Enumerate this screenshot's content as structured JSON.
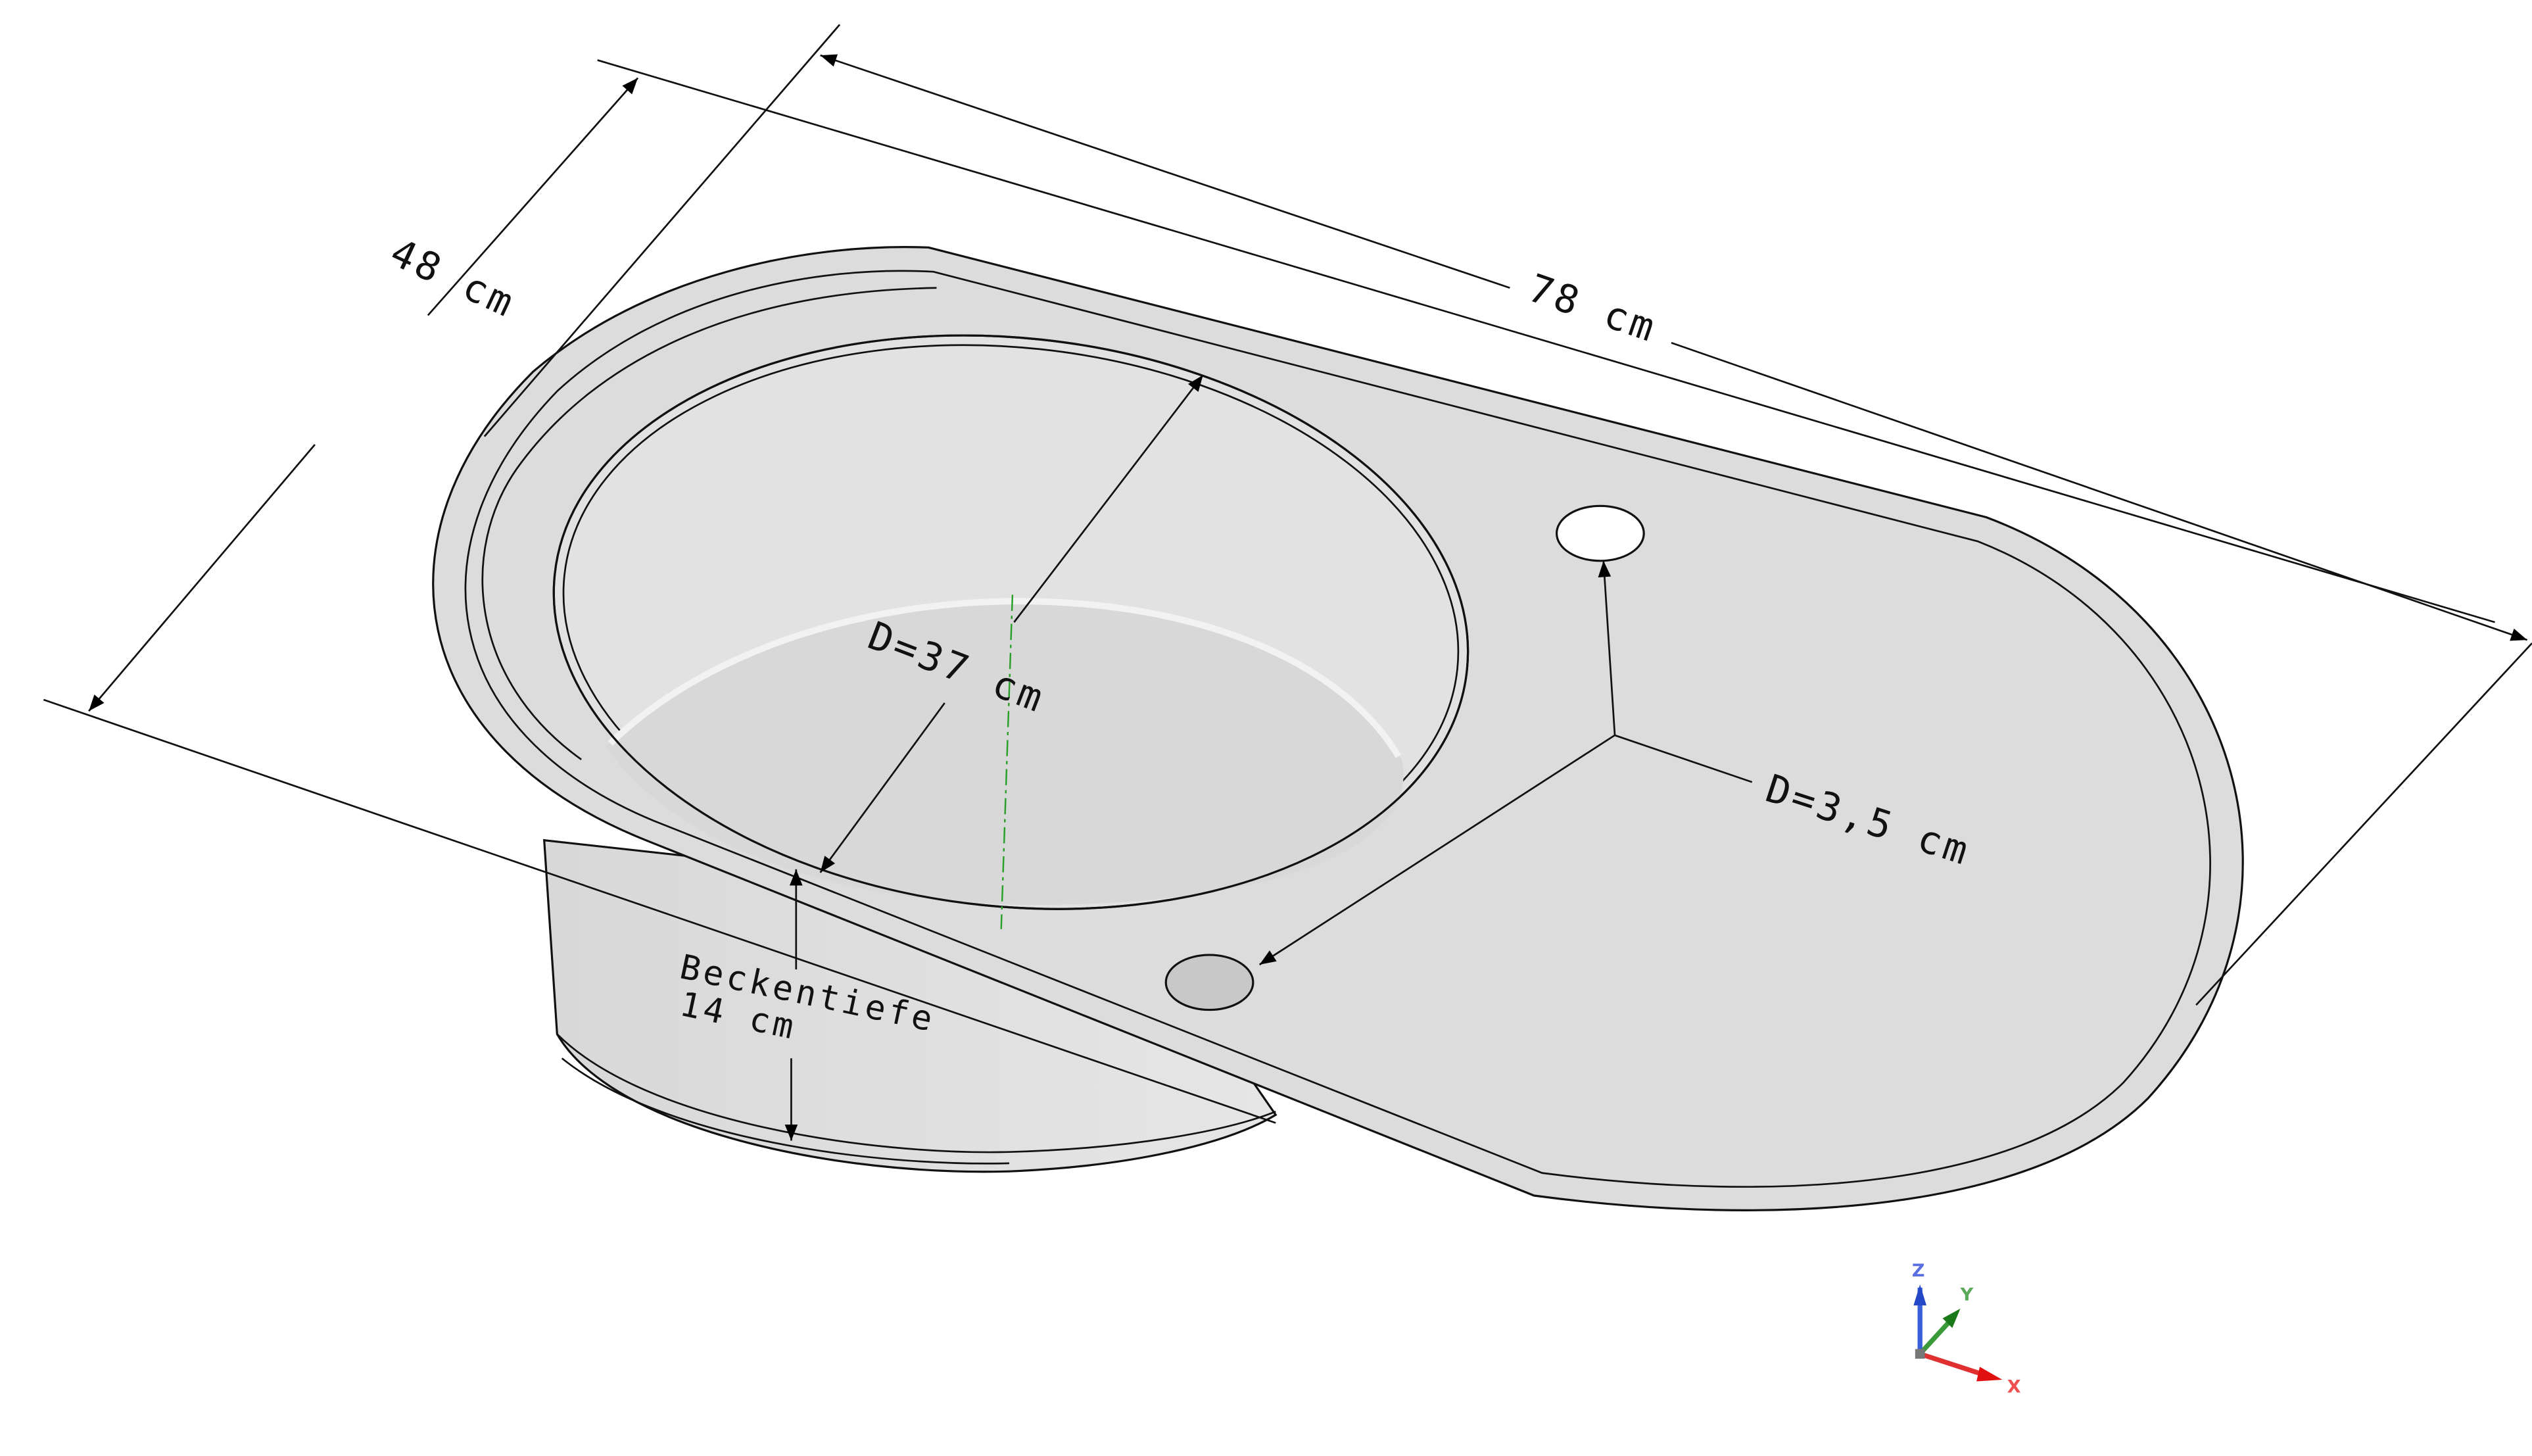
{
  "drawing": {
    "dimensions": {
      "width": "78 cm",
      "depth": "48 cm",
      "bowl_diameter": "D=37 cm",
      "hole_diameter": "D=3,5 cm",
      "bowl_depth_label": "Beckentiefe",
      "bowl_depth_value": "14 cm"
    },
    "axis_triad": {
      "x_label": "X",
      "y_label": "Y",
      "z_label": "Z",
      "x_color": "#e03030",
      "y_color": "#3a9a3a",
      "z_color": "#3a5fd8"
    },
    "colors": {
      "surface": "#dcdcdc",
      "bowl_wall_dark": "#a8a8a8",
      "center_line": "#2aa02a"
    }
  }
}
